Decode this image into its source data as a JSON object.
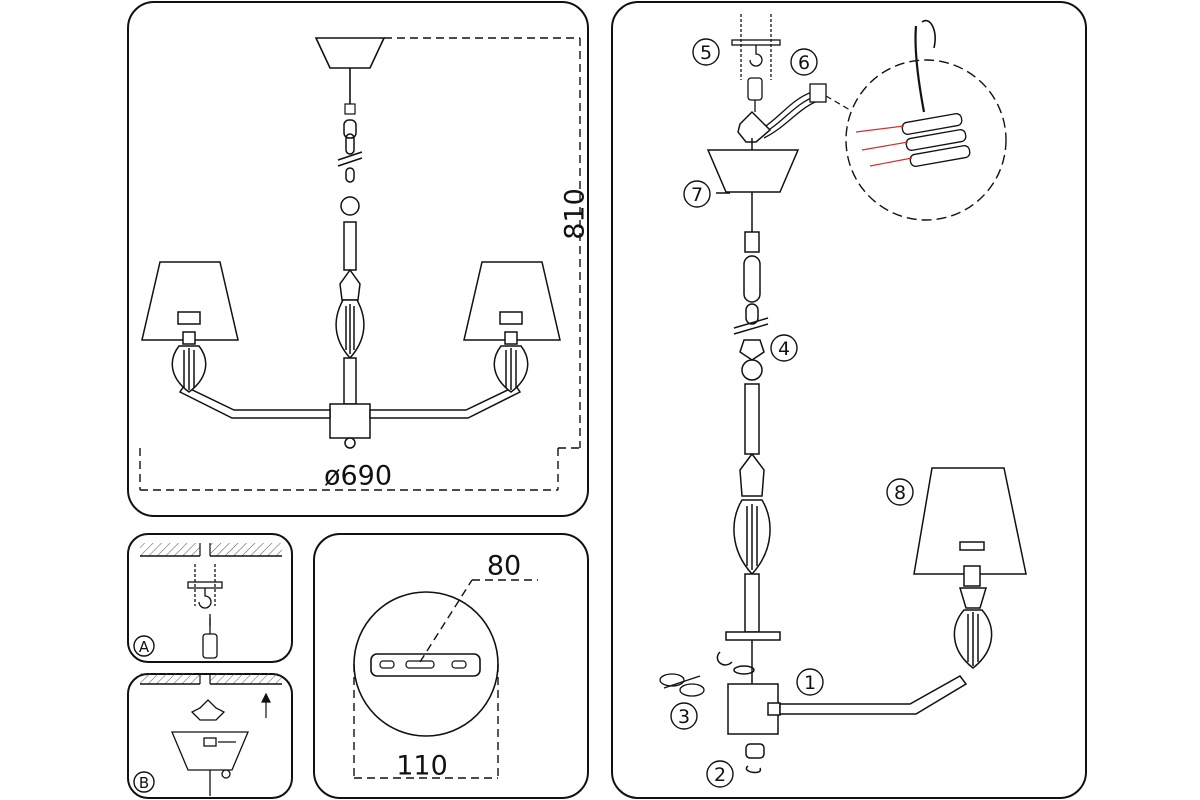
{
  "overview": {
    "height_label": "810",
    "diameter_label": "ø690"
  },
  "canopy_detail": {
    "width_label": "110",
    "depth_label": "80"
  },
  "mount_steps": {
    "a": "A",
    "b": "B"
  },
  "assembly_steps": [
    "1",
    "2",
    "3",
    "4",
    "5",
    "6",
    "7",
    "8"
  ]
}
